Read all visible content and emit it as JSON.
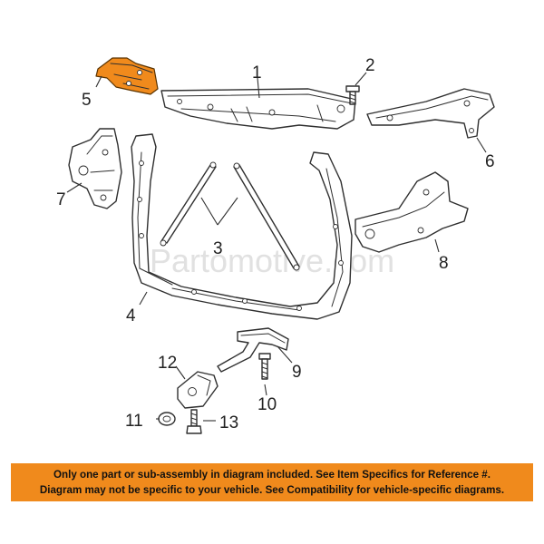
{
  "diagram": {
    "watermark": "Partomotive.com",
    "callouts": [
      {
        "id": "1",
        "label": "1"
      },
      {
        "id": "2",
        "label": "2"
      },
      {
        "id": "3",
        "label": "3"
      },
      {
        "id": "4",
        "label": "4"
      },
      {
        "id": "5",
        "label": "5"
      },
      {
        "id": "6",
        "label": "6"
      },
      {
        "id": "7",
        "label": "7"
      },
      {
        "id": "8",
        "label": "8"
      },
      {
        "id": "9",
        "label": "9"
      },
      {
        "id": "10",
        "label": "10"
      },
      {
        "id": "11",
        "label": "11"
      },
      {
        "id": "12",
        "label": "12"
      },
      {
        "id": "13",
        "label": "13"
      }
    ],
    "highlight_color": "#f08a1c"
  },
  "notice": {
    "line1": "Only one part or sub-assembly in diagram included. See Item Specifics for Reference #.",
    "line2": "Diagram may not be specific to your vehicle. See Compatibility for vehicle-specific diagrams.",
    "background": "#f08a1c"
  }
}
